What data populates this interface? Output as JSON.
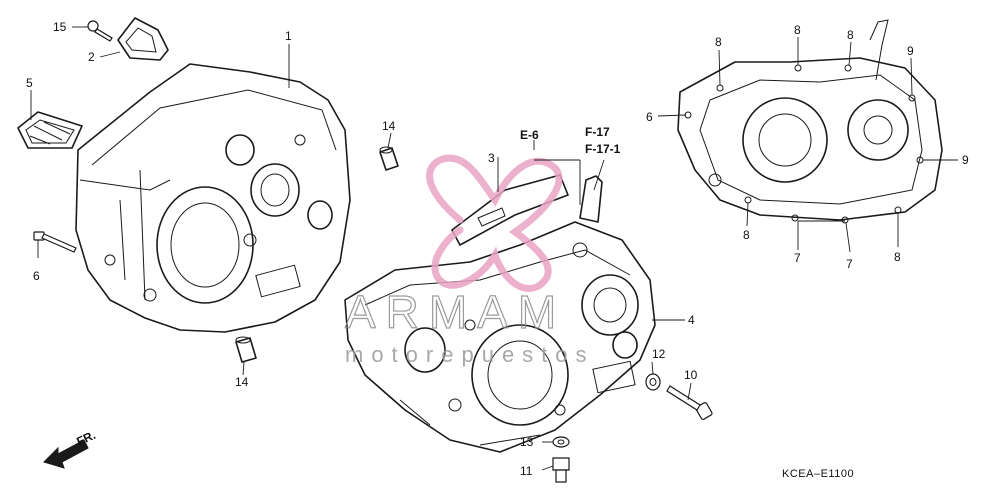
{
  "callouts": {
    "c1": "1",
    "c2": "2",
    "c3": "3",
    "c4": "4",
    "c5": "5",
    "c6a": "6",
    "c6b": "6",
    "c7a": "7",
    "c7b": "7",
    "c8a": "8",
    "c8b": "8",
    "c8c": "8",
    "c8d": "8",
    "c8e": "8",
    "c9a": "9",
    "c9b": "9",
    "c10": "10",
    "c11": "11",
    "c12": "12",
    "c13": "13",
    "c14a": "14",
    "c14b": "14",
    "c15": "15"
  },
  "references": {
    "e6": "E-6",
    "f17": "F-17",
    "f171": "F-17-1"
  },
  "front_marker": "FR.",
  "diagram_code": "KCEA–E1100",
  "watermark": {
    "title": "ARMAM",
    "subtitle": "motorepuestos",
    "color": "#e9a3c4"
  }
}
